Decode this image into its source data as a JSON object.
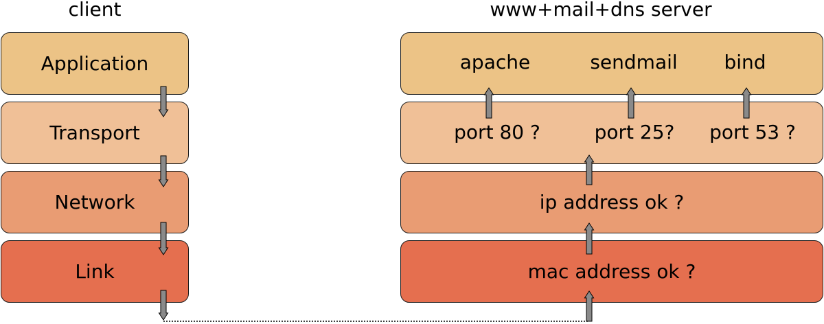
{
  "client": {
    "heading": "client",
    "layers": [
      "Application",
      "Transport",
      "Network",
      "Link"
    ]
  },
  "server": {
    "heading": "www+mail+dns server",
    "services": [
      "apache",
      "sendmail",
      "bind"
    ],
    "ports": [
      "port 80 ?",
      "port 25?",
      "port 53 ?"
    ],
    "network_check": "ip address ok ?",
    "link_check": "mac address ok ?"
  },
  "colors": {
    "application": "#ecc386",
    "transport": "#f0c097",
    "network": "#e99c73",
    "link": "#e56f4f",
    "arrow": "#8a8a8a"
  }
}
